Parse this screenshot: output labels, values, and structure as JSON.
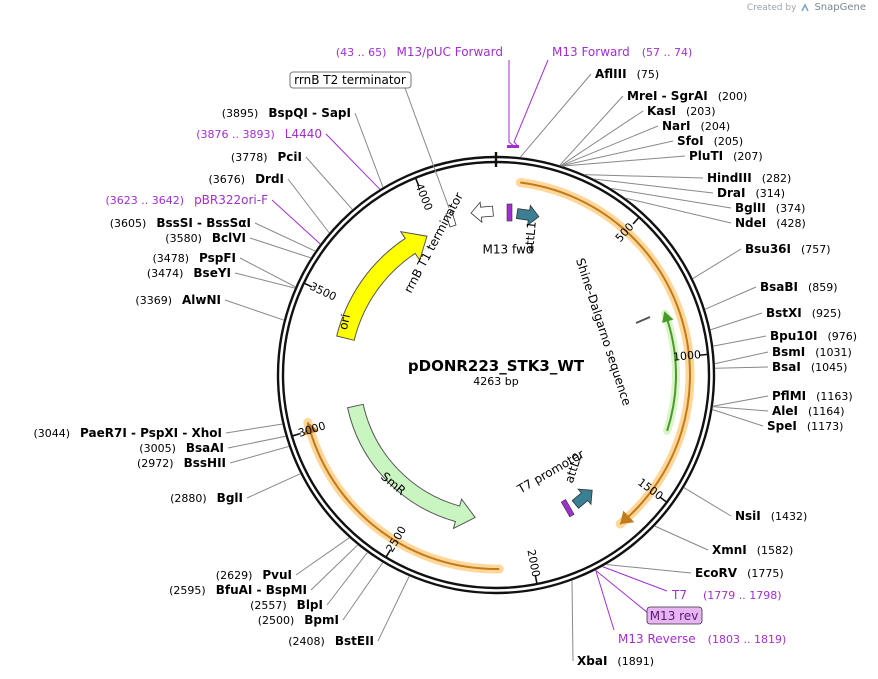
{
  "branding": {
    "created_by": "Created by",
    "app_name": "SnapGene"
  },
  "plasmid": {
    "name": "pDONR223_STK3_WT",
    "size_label": "4263 bp",
    "length": 4263
  },
  "colors": {
    "backbone": "#111111",
    "enzyme_line": "#888888",
    "primer": "#a12fd0",
    "feature_outline": "#333333",
    "ori": "#ffff00",
    "smr": "#c8f5c0",
    "att": "#3a7f94",
    "orange_track": "#c27a1a",
    "orange_glow": "#ffd79a",
    "green_track": "#4a9a2a",
    "green_glow": "#d9f5c9"
  },
  "ticks": [
    {
      "pos": 500,
      "label": "500"
    },
    {
      "pos": 1000,
      "label": "1000"
    },
    {
      "pos": 1500,
      "label": "1500"
    },
    {
      "pos": 2000,
      "label": "2000"
    },
    {
      "pos": 2500,
      "label": "2500"
    },
    {
      "pos": 3000,
      "label": "3000"
    },
    {
      "pos": 3500,
      "label": "3500"
    },
    {
      "pos": 4000,
      "label": "4000"
    }
  ],
  "right_labels": [
    {
      "name": "AflIII",
      "coord": "(75)",
      "pos": 75
    },
    {
      "name": "MreI - SgrAI",
      "coord": "(200)",
      "pos": 200
    },
    {
      "name": "KasI",
      "coord": "(203)",
      "pos": 203
    },
    {
      "name": "NarI",
      "coord": "(204)",
      "pos": 204
    },
    {
      "name": "SfoI",
      "coord": "(205)",
      "pos": 205
    },
    {
      "name": "PluTI",
      "coord": "(207)",
      "pos": 207
    },
    {
      "name": "HindIII",
      "coord": "(282)",
      "pos": 282
    },
    {
      "name": "DraI",
      "coord": "(314)",
      "pos": 314
    },
    {
      "name": "BglII",
      "coord": "(374)",
      "pos": 374
    },
    {
      "name": "NdeI",
      "coord": "(428)",
      "pos": 428
    },
    {
      "name": "Bsu36I",
      "coord": "(757)",
      "pos": 757
    },
    {
      "name": "BsaBI",
      "coord": "(859)",
      "pos": 859
    },
    {
      "name": "BstXI",
      "coord": "(925)",
      "pos": 925
    },
    {
      "name": "Bpu10I",
      "coord": "(976)",
      "pos": 976
    },
    {
      "name": "BsmI",
      "coord": "(1031)",
      "pos": 1031
    },
    {
      "name": "BsaI",
      "coord": "(1045)",
      "pos": 1045
    },
    {
      "name": "PflMI",
      "coord": "(1163)",
      "pos": 1163
    },
    {
      "name": "AleI",
      "coord": "(1164)",
      "pos": 1164
    },
    {
      "name": "SpeI",
      "coord": "(1173)",
      "pos": 1173
    },
    {
      "name": "NsiI",
      "coord": "(1432)",
      "pos": 1432
    },
    {
      "name": "XmnI",
      "coord": "(1582)",
      "pos": 1582
    },
    {
      "name": "EcoRV",
      "coord": "(1775)",
      "pos": 1775
    },
    {
      "name": "XbaI",
      "coord": "(1891)",
      "pos": 1891
    }
  ],
  "right_primers": [
    {
      "name": "T7",
      "coord": "(1779 .. 1798)",
      "pos": 1788
    },
    {
      "name": "M13 rev",
      "coord": "",
      "pos": 1812,
      "boxed": true
    },
    {
      "name": "M13 Reverse",
      "coord": "(1803 .. 1819)",
      "pos": 1811
    }
  ],
  "top_primers": [
    {
      "name": "M13/pUC Forward",
      "coord": "(43 .. 65)",
      "pos": 54
    },
    {
      "name": "M13 Forward",
      "coord": "(57 .. 74)",
      "pos": 65
    }
  ],
  "left_labels": [
    {
      "name": "BspQI - SapI",
      "coord": "(3895)",
      "pos": 3895
    },
    {
      "name": "PciI",
      "coord": "(3778)",
      "pos": 3778
    },
    {
      "name": "DrdI",
      "coord": "(3676)",
      "pos": 3676
    },
    {
      "name": "BssSI - BssSαI",
      "coord": "(3605)",
      "pos": 3605
    },
    {
      "name": "BclVI",
      "coord": "(3580)",
      "pos": 3580
    },
    {
      "name": "PspFI",
      "coord": "(3478)",
      "pos": 3478
    },
    {
      "name": "BseYI",
      "coord": "(3474)",
      "pos": 3474
    },
    {
      "name": "AlwNI",
      "coord": "(3369)",
      "pos": 3369
    },
    {
      "name": "PaeR7I - PspXI - XhoI",
      "coord": "(3044)",
      "pos": 3044
    },
    {
      "name": "BsaAI",
      "coord": "(3005)",
      "pos": 3005
    },
    {
      "name": "BssHII",
      "coord": "(2972)",
      "pos": 2972
    },
    {
      "name": "BglI",
      "coord": "(2880)",
      "pos": 2880
    },
    {
      "name": "PvuI",
      "coord": "(2629)",
      "pos": 2629
    },
    {
      "name": "BfuAI - BspMI",
      "coord": "(2595)",
      "pos": 2595
    },
    {
      "name": "BlpI",
      "coord": "(2557)",
      "pos": 2557
    },
    {
      "name": "BpmI",
      "coord": "(2500)",
      "pos": 2500
    },
    {
      "name": "BstEII",
      "coord": "(2408)",
      "pos": 2408
    }
  ],
  "left_primers": [
    {
      "name": "L4440",
      "coord": "(3876 .. 3893)",
      "pos": 3884
    },
    {
      "name": "pBR322ori-F",
      "coord": "(3623 .. 3642)",
      "pos": 3632
    }
  ],
  "callout": {
    "name": "rrnB T2 terminator",
    "pos": 4020
  },
  "features": [
    {
      "name": "ori",
      "start": 3360,
      "end": 3950
    },
    {
      "name": "SmR",
      "start": 2230,
      "end": 3050
    },
    {
      "name": "attL1",
      "start": 40,
      "end": 140
    },
    {
      "name": "attL2",
      "start": 1690,
      "end": 1770
    },
    {
      "name": "rrnB T1 terminator",
      "start": 4120,
      "end": 4210
    },
    {
      "name": "M13 fwd",
      "start": 57,
      "end": 74
    },
    {
      "name": "T7 promoter",
      "start": 1780,
      "end": 1800
    },
    {
      "name": "Shine-Dalgarno sequence",
      "start": 910,
      "end": 920
    }
  ],
  "inner_labels": [
    {
      "name": "attL1"
    },
    {
      "name": "M13 fwd"
    },
    {
      "name": "rrnB T1 terminator"
    },
    {
      "name": "Shine-Dalgarno sequence"
    },
    {
      "name": "T7 promoter"
    },
    {
      "name": "attL2"
    },
    {
      "name": "ori"
    },
    {
      "name": "SmR"
    }
  ]
}
